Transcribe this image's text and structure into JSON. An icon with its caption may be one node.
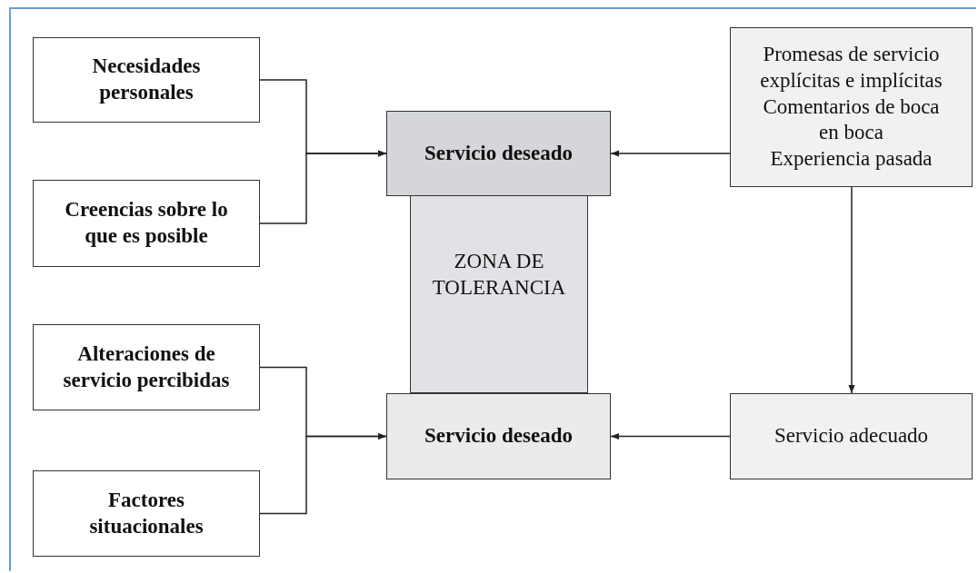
{
  "diagram": {
    "nodes": [
      {
        "text": [
          "Necesidades personales"
        ]
      },
      {
        "text": [
          "Creencias sobre lo que es posible"
        ]
      },
      {
        "text": [
          "Servicio deseado"
        ]
      },
      {
        "text": [
          "ZONA DE TOLERANCIA"
        ]
      },
      {
        "text": [
          "Promesas de servicio explícitas e implícitas",
          "Comentarios de boca en boca",
          "Experiencia pasada"
        ]
      },
      {
        "text": [
          "Alteraciones de servicio percibidas"
        ]
      },
      {
        "text": [
          "Factores situacionales"
        ]
      },
      {
        "text": [
          "Servicio deseado"
        ]
      },
      {
        "text": [
          "Servicio adecuado"
        ]
      }
    ],
    "edges": [
      {
        "from": 0,
        "to": 2,
        "arrow": "to"
      },
      {
        "from": 1,
        "to": 2,
        "arrow": "to"
      },
      {
        "from": 4,
        "to": 2,
        "arrow": "to"
      },
      {
        "from": 4,
        "to": 8,
        "arrow": "to"
      },
      {
        "from": 5,
        "to": 7,
        "arrow": "to"
      },
      {
        "from": 6,
        "to": 7,
        "arrow": "to"
      },
      {
        "from": 8,
        "to": 7,
        "arrow": "to"
      }
    ]
  }
}
